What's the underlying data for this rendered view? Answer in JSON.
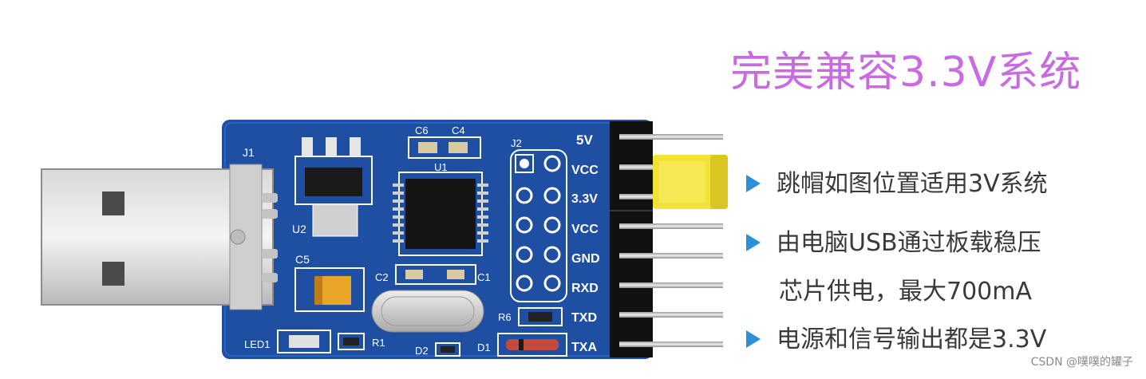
{
  "headline": "完美兼容3.3V系统",
  "features": [
    {
      "line1": "跳帽如图位置适用3V系统"
    },
    {
      "line1": "由电脑USB通过板载稳压",
      "line2": "芯片供电，最大700mA"
    },
    {
      "line1": "电源和信号输出都是3.3V"
    }
  ],
  "pin_labels": [
    "5V",
    "VCC",
    "3.3V",
    "VCC",
    "GND",
    "RXD",
    "TXD",
    "TXA"
  ],
  "component_labels": {
    "j1": "J1",
    "j2": "J2",
    "u1": "U1",
    "u2": "U2",
    "c4": "C4",
    "c5": "C5",
    "c6": "C6",
    "c1": "C1",
    "c2": "C2",
    "r1": "R1",
    "r6": "R6",
    "d1": "D1",
    "d2": "D2",
    "led1": "LED1"
  },
  "watermark": "CSDN @噗噗的罐子",
  "colors": {
    "headline": "#c86be0",
    "pcb": "#1f4fa3",
    "bullet": "#2d8fd8",
    "jumper": "#f2e236"
  }
}
